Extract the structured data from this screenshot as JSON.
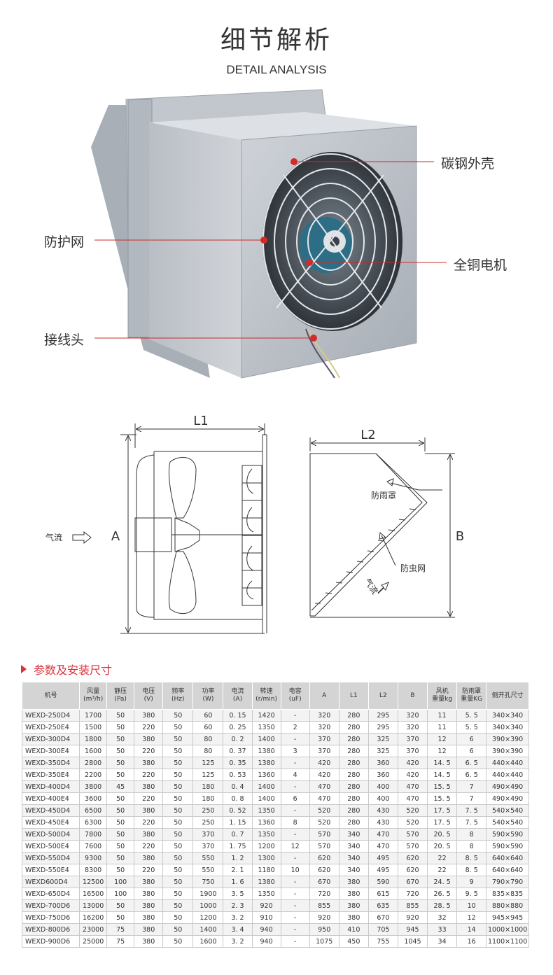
{
  "header": {
    "title": "细节解析",
    "subtitle": "DETAIL ANALYSIS"
  },
  "callouts": {
    "shell": "碳钢外壳",
    "guard": "防护网",
    "motor": "全铜电机",
    "terminal": "接线头"
  },
  "diagram": {
    "l1": "L1",
    "l2": "L2",
    "a": "A",
    "b": "B",
    "airflow_left": "气流",
    "rain_cover": "防雨罩",
    "insect_net": "防虫网",
    "airflow_right": "气流"
  },
  "section": {
    "title": "参数及安装尺寸"
  },
  "table": {
    "headers": [
      "机号",
      "风量\n(m³/h)",
      "静压\n(Pa)",
      "电压\n(V)",
      "频率\n(Hz)",
      "功率\n(W)",
      "电流\n(A)",
      "转速\n(r/min)",
      "电容\n(uF)",
      "A",
      "L1",
      "L2",
      "B",
      "风机\n重量kg",
      "防雨罩\n重量KG",
      "侧开孔尺寸"
    ],
    "rows": [
      [
        "WEXD-250D4",
        "1700",
        "50",
        "380",
        "50",
        "60",
        "0. 15",
        "1420",
        "-",
        "320",
        "280",
        "295",
        "320",
        "11",
        "5. 5",
        "340×340"
      ],
      [
        "WEXD-250E4",
        "1500",
        "50",
        "220",
        "50",
        "60",
        "0. 25",
        "1350",
        "2",
        "320",
        "280",
        "295",
        "320",
        "11",
        "5. 5",
        "340×340"
      ],
      [
        "WEXD-300D4",
        "1800",
        "50",
        "380",
        "50",
        "80",
        "0. 2",
        "1400",
        "-",
        "370",
        "280",
        "325",
        "370",
        "12",
        "6",
        "390×390"
      ],
      [
        "WEXD-300E4",
        "1600",
        "50",
        "220",
        "50",
        "80",
        "0. 37",
        "1380",
        "3",
        "370",
        "280",
        "325",
        "370",
        "12",
        "6",
        "390×390"
      ],
      [
        "WEXD-350D4",
        "2800",
        "50",
        "380",
        "50",
        "125",
        "0. 35",
        "1380",
        "-",
        "420",
        "280",
        "360",
        "420",
        "14. 5",
        "6. 5",
        "440×440"
      ],
      [
        "WEXD-350E4",
        "2200",
        "50",
        "220",
        "50",
        "125",
        "0. 53",
        "1360",
        "4",
        "420",
        "280",
        "360",
        "420",
        "14. 5",
        "6. 5",
        "440×440"
      ],
      [
        "WEXD-400D4",
        "3800",
        "45",
        "380",
        "50",
        "180",
        "0. 4",
        "1400",
        "-",
        "470",
        "280",
        "400",
        "470",
        "15. 5",
        "7",
        "490×490"
      ],
      [
        "WEXD-400E4",
        "3600",
        "50",
        "220",
        "50",
        "180",
        "0. 8",
        "1400",
        "6",
        "470",
        "280",
        "400",
        "470",
        "15. 5",
        "7",
        "490×490"
      ],
      [
        "WEXD-450D4",
        "6500",
        "50",
        "380",
        "50",
        "250",
        "0. 52",
        "1350",
        "-",
        "520",
        "280",
        "430",
        "520",
        "17. 5",
        "7. 5",
        "540×540"
      ],
      [
        "WEXD-450E4",
        "6300",
        "50",
        "220",
        "50",
        "250",
        "1. 15",
        "1360",
        "8",
        "520",
        "280",
        "430",
        "520",
        "17. 5",
        "7. 5",
        "540×540"
      ],
      [
        "WEXD-500D4",
        "7800",
        "50",
        "380",
        "50",
        "370",
        "0. 7",
        "1350",
        "-",
        "570",
        "340",
        "470",
        "570",
        "20. 5",
        "8",
        "590×590"
      ],
      [
        "WEXD-500E4",
        "7600",
        "50",
        "220",
        "50",
        "370",
        "1. 75",
        "1200",
        "12",
        "570",
        "340",
        "470",
        "570",
        "20. 5",
        "8",
        "590×590"
      ],
      [
        "WEXD-550D4",
        "9300",
        "50",
        "380",
        "50",
        "550",
        "1. 2",
        "1300",
        "-",
        "620",
        "340",
        "495",
        "620",
        "22",
        "8. 5",
        "640×640"
      ],
      [
        "WEXD-550E4",
        "8300",
        "50",
        "220",
        "50",
        "550",
        "2. 1",
        "1180",
        "10",
        "620",
        "340",
        "495",
        "620",
        "22",
        "8. 5",
        "640×640"
      ],
      [
        "WEXD600D4",
        "12500",
        "100",
        "380",
        "50",
        "750",
        "1. 6",
        "1380",
        "-",
        "670",
        "380",
        "590",
        "670",
        "24. 5",
        "9",
        "790×790"
      ],
      [
        "WEXD-650D4",
        "16500",
        "100",
        "380",
        "50",
        "1900",
        "3. 5",
        "1350",
        "-",
        "720",
        "380",
        "615",
        "720",
        "26. 5",
        "9. 5",
        "835×835"
      ],
      [
        "WEXD-700D6",
        "13000",
        "50",
        "380",
        "50",
        "1000",
        "2. 3",
        "920",
        "-",
        "855",
        "380",
        "635",
        "855",
        "28. 5",
        "10",
        "880×880"
      ],
      [
        "WEXD-750D6",
        "16200",
        "50",
        "380",
        "50",
        "1200",
        "3. 2",
        "910",
        "-",
        "920",
        "380",
        "670",
        "920",
        "32",
        "12",
        "945×945"
      ],
      [
        "WEXD-800D6",
        "23000",
        "75",
        "380",
        "50",
        "1400",
        "3. 4",
        "940",
        "-",
        "950",
        "410",
        "705",
        "945",
        "33",
        "14",
        "1000×1000"
      ],
      [
        "WEXD-900D6",
        "25000",
        "75",
        "380",
        "50",
        "1600",
        "3. 2",
        "940",
        "-",
        "1075",
        "450",
        "755",
        "1045",
        "34",
        "16",
        "1100×1100"
      ]
    ]
  }
}
